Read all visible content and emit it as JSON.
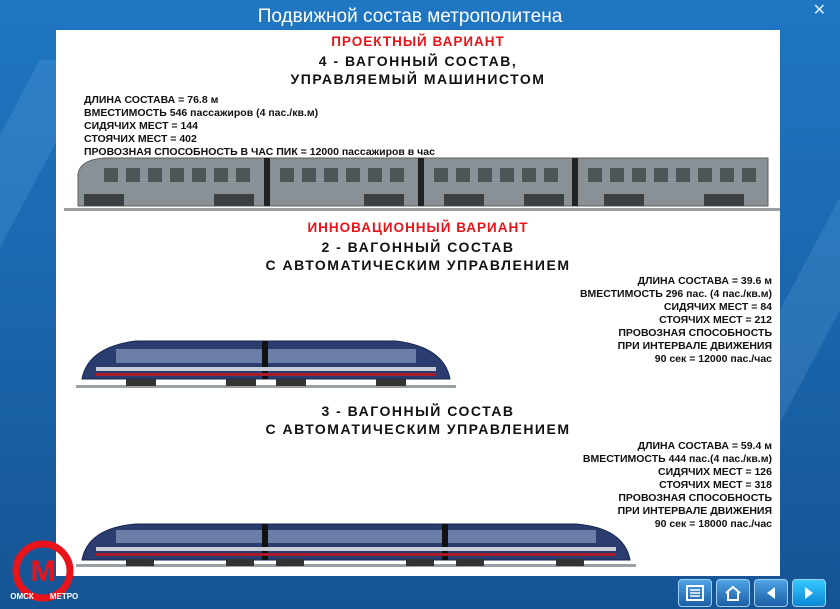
{
  "header": {
    "title": "Подвижной состав метрополитена"
  },
  "section1": {
    "variant_label": "ПРОЕКТНЫЙ ВАРИАНТ",
    "heading_line1": "4 - ВАГОННЫЙ СОСТАВ,",
    "heading_line2": "УПРАВЛЯЕМЫЙ МАШИНИСТОМ",
    "specs": [
      "ДЛИНА СОСТАВА = 76.8 м",
      "ВМЕСТИМОСТЬ 546 пассажиров (4 пас./кв.м)",
      "СИДЯЧИХ МЕСТ = 144",
      "СТОЯЧИХ МЕСТ = 402",
      "ПРОВОЗНАЯ СПОСОБНОСТЬ В ЧАС ПИК = 12000 пассажиров в час"
    ]
  },
  "section2": {
    "variant_label": "ИННОВАЦИОННЫЙ ВАРИАНТ",
    "heading_line1": "2 - ВАГОННЫЙ СОСТАВ",
    "heading_line2": "С АВТОМАТИЧЕСКИМ УПРАВЛЕНИЕМ",
    "specs": [
      "ДЛИНА СОСТАВА = 39.6 м",
      "ВМЕСТИМОСТЬ 296 пас. (4 пас./кв.м)",
      "СИДЯЧИХ МЕСТ = 84",
      "СТОЯЧИХ МЕСТ = 212",
      "ПРОВОЗНАЯ СПОСОБНОСТЬ",
      "ПРИ ИНТЕРВАЛЕ ДВИЖЕНИЯ",
      "90 сек = 12000 пас./час"
    ]
  },
  "section3": {
    "heading_line1": "3 - ВАГОННЫЙ СОСТАВ",
    "heading_line2": "С АВТОМАТИЧЕСКИМ УПРАВЛЕНИЕМ",
    "specs": [
      "ДЛИНА СОСТАВА = 59.4 м",
      "ВМЕСТИМОСТЬ 444 пас.(4 пас./кв.м)",
      "СИДЯЧИХ МЕСТ = 126",
      "СТОЯЧИХ МЕСТ = 318",
      "ПРОВОЗНАЯ СПОСОБНОСТЬ",
      "ПРИ ИНТЕРВАЛЕ ДВИЖЕНИЯ",
      "90 сек = 18000 пас./час"
    ]
  },
  "logo": {
    "letter": "М",
    "left_text": "ОМСК",
    "right_text": "МЕТРО",
    "color": "#e8141a"
  },
  "nav": {
    "icons": [
      "contents-icon",
      "home-icon",
      "prev-arrow-icon",
      "next-arrow-icon"
    ]
  },
  "colors": {
    "accent_red": "#e8141a",
    "background_blue": "#1a64aa",
    "train_gray": "#8a9196",
    "train_blue": "#1e3d8a"
  }
}
